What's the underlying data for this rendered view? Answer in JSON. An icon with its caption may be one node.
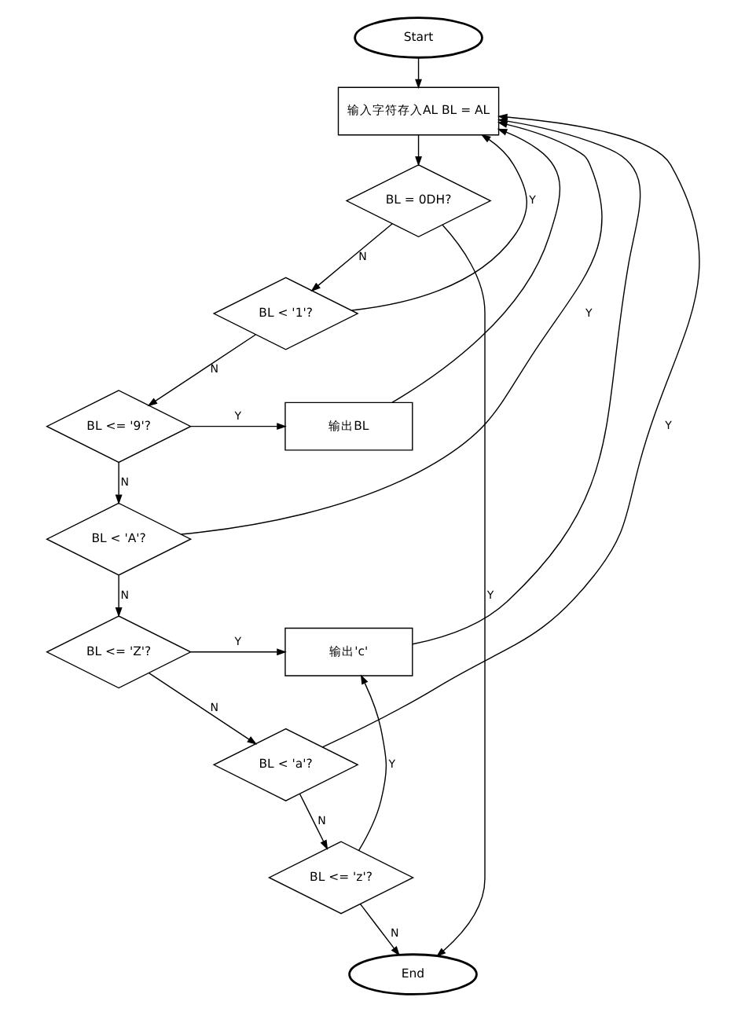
{
  "diagram": {
    "nodes": [
      {
        "text": [
          "Start"
        ]
      },
      {
        "text": [
          "输入字符存入AL BL = AL"
        ]
      },
      {
        "text": [
          "BL = 0DH?"
        ]
      },
      {
        "text": [
          "BL < '1'?"
        ]
      },
      {
        "text": [
          "BL <= '9'?"
        ]
      },
      {
        "text": [
          "输出BL"
        ]
      },
      {
        "text": [
          "BL < 'A'?"
        ]
      },
      {
        "text": [
          "BL <= 'Z'?"
        ]
      },
      {
        "text": [
          "输出'c'"
        ]
      },
      {
        "text": [
          "BL < 'a'?"
        ]
      },
      {
        "text": [
          "BL <= 'z'?"
        ]
      },
      {
        "text": [
          "End"
        ]
      }
    ],
    "edges": [
      {
        "from": 0,
        "to": 1,
        "arrow": "to"
      },
      {
        "from": 1,
        "to": 2,
        "arrow": "to"
      },
      {
        "from": 2,
        "to": 3,
        "arrow": "to",
        "label": "N"
      },
      {
        "from": 3,
        "to": 4,
        "arrow": "to",
        "label": "N"
      },
      {
        "from": 4,
        "to": 6,
        "arrow": "to",
        "label": "N"
      },
      {
        "from": 6,
        "to": 7,
        "arrow": "to",
        "label": "N"
      },
      {
        "from": 7,
        "to": 9,
        "arrow": "to",
        "label": "N"
      },
      {
        "from": 9,
        "to": 10,
        "arrow": "to",
        "label": "N"
      },
      {
        "from": 10,
        "to": 11,
        "arrow": "to",
        "label": "N"
      },
      {
        "from": 2,
        "to": 11,
        "arrow": "to",
        "label": "Y"
      },
      {
        "from": 3,
        "to": 1,
        "arrow": "to",
        "label": "Y"
      },
      {
        "from": 4,
        "to": 5,
        "arrow": "to",
        "label": "Y"
      },
      {
        "from": 5,
        "to": 1,
        "arrow": "to"
      },
      {
        "from": 6,
        "to": 1,
        "arrow": "to",
        "label": "Y"
      },
      {
        "from": 7,
        "to": 8,
        "arrow": "to",
        "label": "Y"
      },
      {
        "from": 9,
        "to": 1,
        "arrow": "to",
        "label": "Y"
      },
      {
        "from": 10,
        "to": 8,
        "arrow": "to",
        "label": "Y"
      },
      {
        "from": 8,
        "to": 1,
        "arrow": "to"
      }
    ]
  }
}
